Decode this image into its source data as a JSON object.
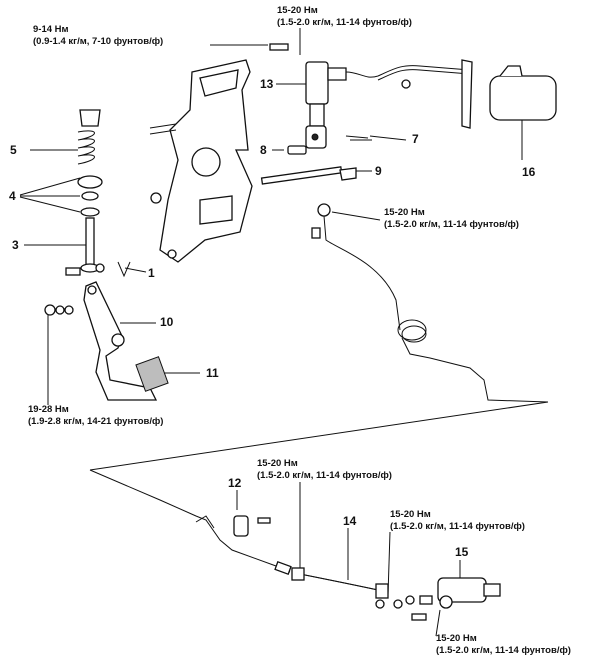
{
  "torques": {
    "t1": [
      "9-14 Нм",
      "(0.9-1.4 кг/м, 7-10 фунтов/ф)"
    ],
    "t2": [
      "15-20 Нм",
      "(1.5-2.0 кг/м, 11-14 фунтов/ф)"
    ],
    "t3": [
      "15-20 Нм",
      "(1.5-2.0 кг/м, 11-14 фунтов/ф)"
    ],
    "t4": [
      "19-28 Нм",
      "(1.9-2.8 кг/м, 14-21 фунтов/ф)"
    ],
    "t5": [
      "15-20 Нм",
      "(1.5-2.0 кг/м, 11-14 фунтов/ф)"
    ],
    "t6": [
      "15-20 Нм",
      "(1.5-2.0 кг/м, 11-14 фунтов/ф)"
    ],
    "t7": [
      "15-20 Нм",
      "(1.5-2.0 кг/м, 11-14 фунтов/ф)"
    ]
  },
  "parts": {
    "p1": "1",
    "p2": "12",
    "p3": "3",
    "p4": "4",
    "p5": "5",
    "p7": "7",
    "p8": "8",
    "p9": "9",
    "p10": "10",
    "p11": "11",
    "p13": "13",
    "p14": "14",
    "p15": "15",
    "p16": "16"
  }
}
